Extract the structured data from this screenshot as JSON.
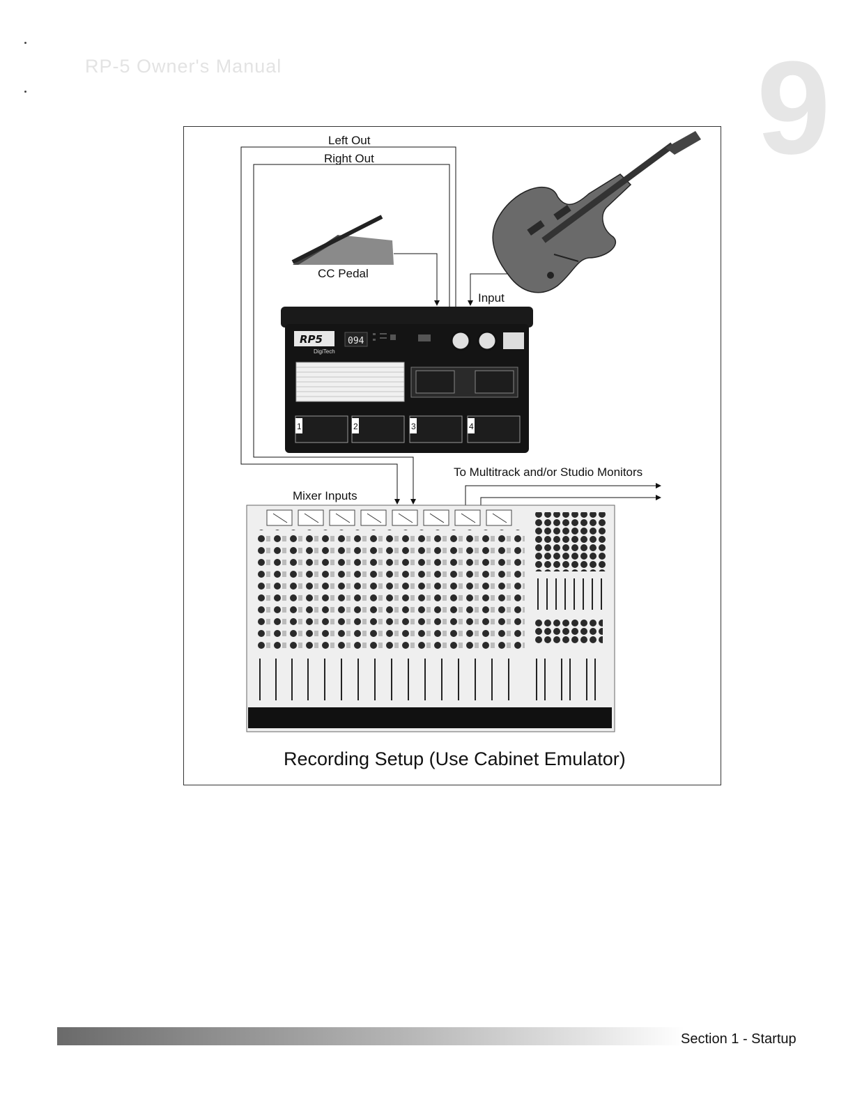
{
  "header": {
    "manual_title": "RP-5 Owner's Manual",
    "page_number": "9"
  },
  "diagram": {
    "labels": {
      "left_out": "Left Out",
      "right_out": "Right Out",
      "cc_pedal": "CC Pedal",
      "input": "Input",
      "to_multitrack": "To Multitrack and/or Studio Monitors",
      "mixer_inputs": "Mixer Inputs"
    },
    "processor": {
      "logo": "RP5",
      "brand": "DigiTech",
      "display": "094",
      "footswitches": [
        "1",
        "2",
        "3",
        "4"
      ]
    },
    "caption": "Recording Setup (Use Cabinet Emulator)"
  },
  "footer": {
    "section": "Section 1 - Startup"
  }
}
